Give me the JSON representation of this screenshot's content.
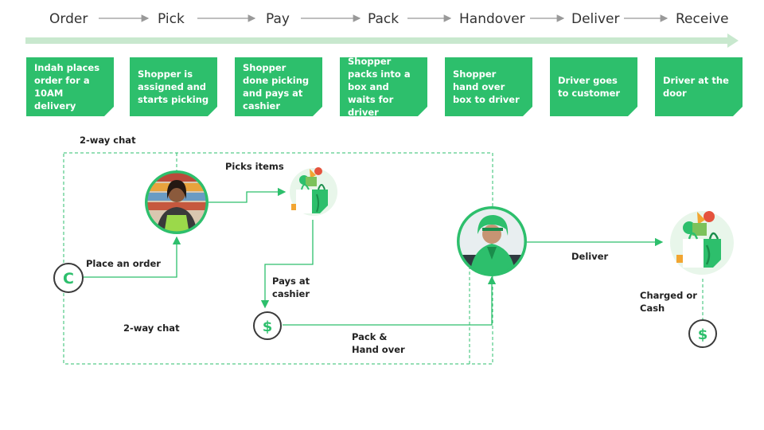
{
  "colors": {
    "accent": "#2dbf6c",
    "timeline": "#c8e8ce",
    "arrow": "#999999",
    "icon_ring": "#3a3a3a"
  },
  "stages": [
    "Order",
    "Pick",
    "Pay",
    "Pack",
    "Handover",
    "Deliver",
    "Receive"
  ],
  "cards": [
    "Indah places order for a 10AM delivery",
    "Shopper is assigned and starts picking",
    "Shopper done picking and pays at cashier",
    "Shopper packs into a box and waits for driver",
    "Shopper hand over box to driver",
    "Driver goes to customer",
    "Driver at the door"
  ],
  "flow": {
    "two_way_chat_top": "2-way chat",
    "picks_items": "Picks items",
    "place_an_order": "Place an order",
    "pays_at_cashier": "Pays at cashier",
    "two_way_chat_bottom": "2-way chat",
    "pack_hand_over": "Pack & Hand over",
    "deliver": "Deliver",
    "charged_or_cash": "Charged or Cash",
    "customer_icon": "C",
    "payment_symbol": "$"
  },
  "icons": [
    "customer-icon",
    "shopper-avatar",
    "grocery-bag-icon",
    "payment-icon",
    "driver-avatar",
    "grocery-bag-icon",
    "payment-icon"
  ]
}
